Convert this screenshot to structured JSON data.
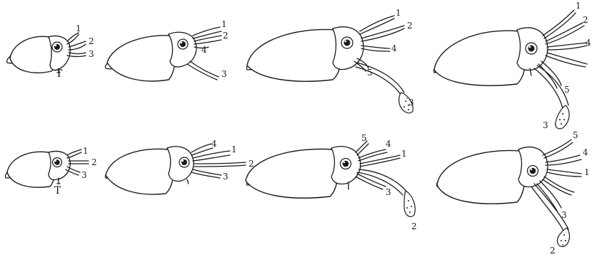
{
  "figure": {
    "rows": [
      {
        "stages": [
          {
            "labels": [
              "1",
              "2",
              "3"
            ],
            "extra": "T"
          },
          {
            "labels": [
              "1",
              "2",
              "4",
              "3"
            ]
          },
          {
            "labels": [
              "1",
              "2",
              "4",
              "5",
              "3"
            ]
          },
          {
            "labels": [
              "1",
              "2",
              "4",
              "5",
              "3"
            ]
          }
        ]
      },
      {
        "stages": [
          {
            "labels": [
              "1",
              "2",
              "3"
            ],
            "extra": "T"
          },
          {
            "labels": [
              "4",
              "1",
              "2",
              "3"
            ]
          },
          {
            "labels": [
              "5",
              "4",
              "1",
              "3",
              "2"
            ]
          },
          {
            "labels": [
              "5",
              "4",
              "1",
              "3",
              "2"
            ]
          }
        ]
      }
    ]
  }
}
